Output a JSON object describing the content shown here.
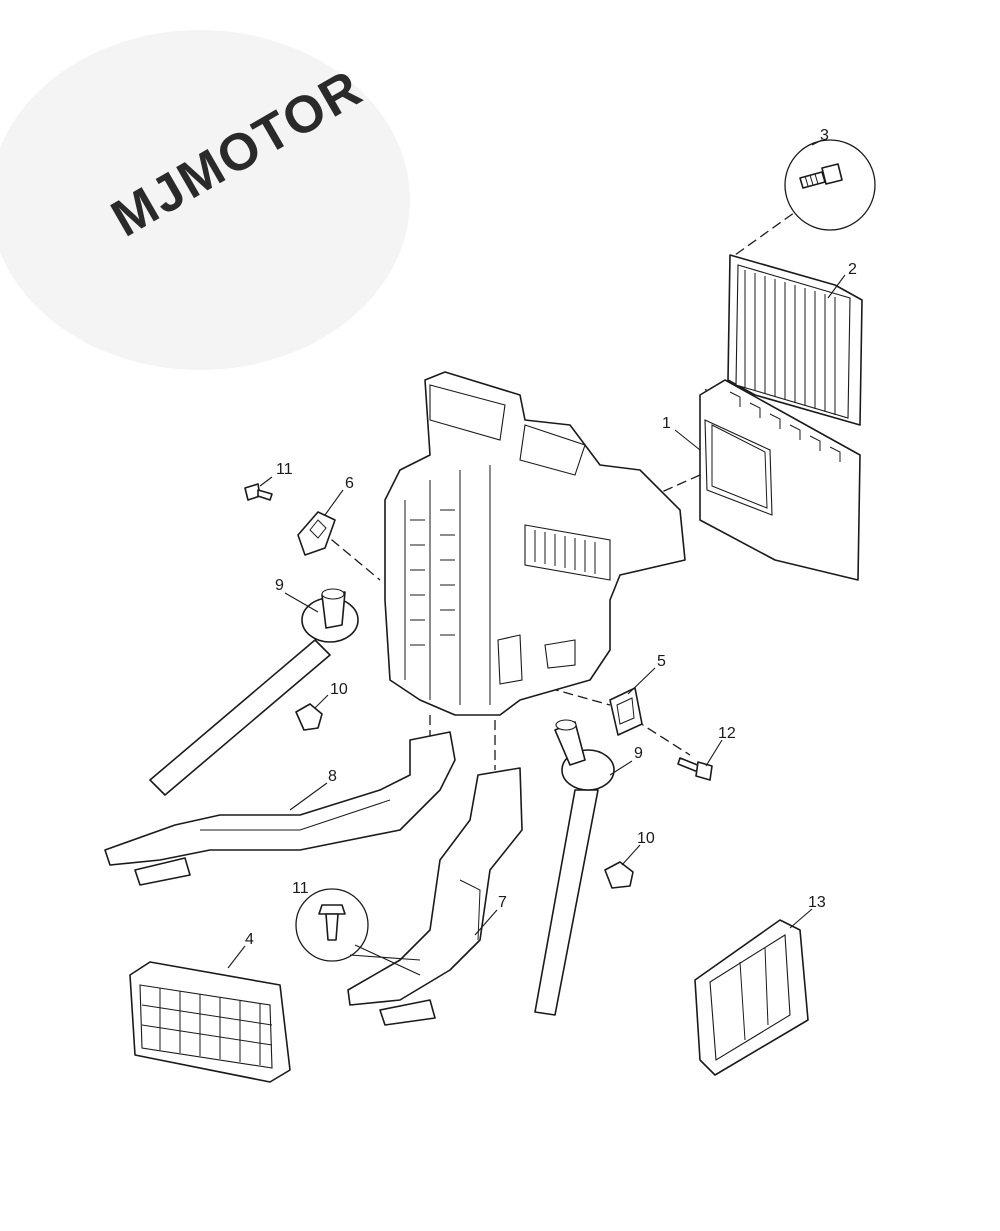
{
  "brand": {
    "text": "MJMOTOR"
  },
  "callouts": [
    {
      "id": "c1",
      "label": "1"
    },
    {
      "id": "c2",
      "label": "2"
    },
    {
      "id": "c3",
      "label": "3"
    },
    {
      "id": "c4",
      "label": "4"
    },
    {
      "id": "c5",
      "label": "5"
    },
    {
      "id": "c6",
      "label": "6"
    },
    {
      "id": "c7",
      "label": "7"
    },
    {
      "id": "c8",
      "label": "8"
    },
    {
      "id": "c9a",
      "label": "9"
    },
    {
      "id": "c9b",
      "label": "9"
    },
    {
      "id": "c10a",
      "label": "10"
    },
    {
      "id": "c10b",
      "label": "10"
    },
    {
      "id": "c11a",
      "label": "11"
    },
    {
      "id": "c11b",
      "label": "11"
    },
    {
      "id": "c12",
      "label": "12"
    },
    {
      "id": "c13",
      "label": "13"
    }
  ]
}
